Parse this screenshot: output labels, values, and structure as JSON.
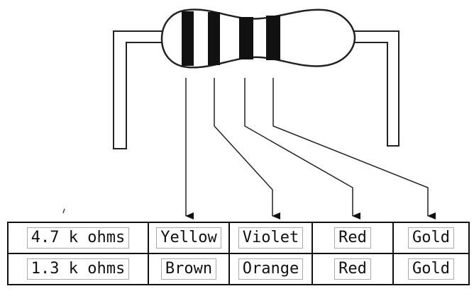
{
  "figure": {
    "resistor": {
      "bands": [
        "band-1",
        "band-2",
        "band-3",
        "band-4"
      ],
      "body_color": "#ffffff",
      "band_color": "#111111"
    }
  },
  "table": {
    "rows": [
      [
        "4.7 k ohms",
        "Yellow",
        "Violet",
        "Red",
        "Gold"
      ],
      [
        "1.3 k ohms",
        "Brown",
        "Orange",
        "Red",
        "Gold"
      ]
    ]
  }
}
